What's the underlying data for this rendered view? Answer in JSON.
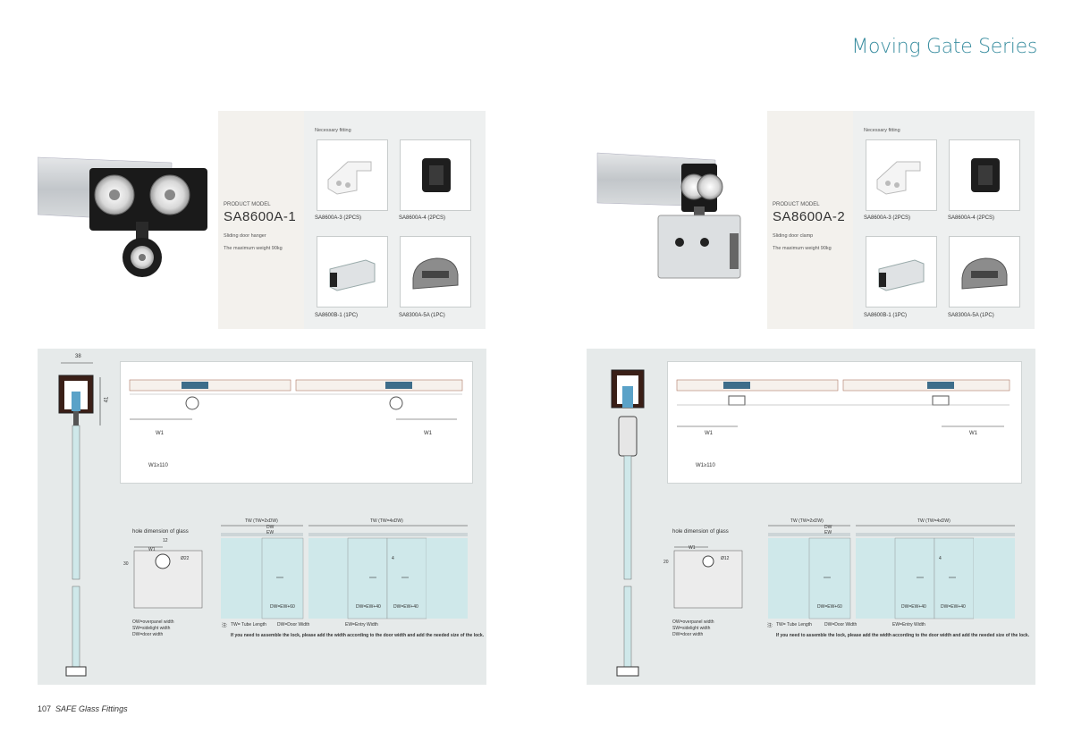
{
  "header": {
    "series_title": "Moving Gate Series"
  },
  "left_product": {
    "model_label": "PRODUCT MODEL",
    "model_name": "SA8600A-1",
    "desc_line1": "Sliding door hanger",
    "desc_line2": "The maximum weight 90kg",
    "fitting_heading": "Necessary fitting",
    "fittings": [
      {
        "caption": "SA8600A-3  (2PCS)",
        "icon": "white-clip"
      },
      {
        "caption": "SA8600A-4  (2PCS)",
        "icon": "black-stopper"
      },
      {
        "caption": "SA8600B-1  (1PC)",
        "icon": "aluminium-rail"
      },
      {
        "caption": "SA8300A-5A  (1PC)",
        "icon": "floor-guide"
      }
    ]
  },
  "right_product": {
    "model_label": "PRODUCT MODEL",
    "model_name": "SA8600A-2",
    "desc_line1": "Sliding door clamp",
    "desc_line2": "The maximum weight 90kg",
    "fitting_heading": "Necessary fitting",
    "fittings": [
      {
        "caption": "SA8600A-3  (2PCS)",
        "icon": "white-clip"
      },
      {
        "caption": "SA8600A-4  (2PCS)",
        "icon": "black-stopper"
      },
      {
        "caption": "SA8600B-1  (1PC)",
        "icon": "aluminium-rail"
      },
      {
        "caption": "SA8300A-5A  (1PC)",
        "icon": "floor-guide"
      }
    ]
  },
  "left_drawing": {
    "width_dim": "38",
    "height_dim": "41",
    "w1_left": "W1",
    "w1_right": "W1",
    "w1_rule": "W1≥110",
    "hole_title": "hole dimension of  glass",
    "hole_w1": "W1",
    "hole_12": "12",
    "hole_30": "30",
    "hole_dia": "Ø22",
    "legend1": "OW=overpanel width",
    "legend2": "SW=sidelight width",
    "legend3": "DW=door width",
    "tw2": "TW (TW=2xDW)",
    "tw4": "TW (TW=4xDW)",
    "dw": "DW",
    "ew": "EW",
    "four": "4",
    "dw60": "DW=EW+60",
    "dw40a": "DW=EW+40",
    "dw40b": "DW=EW+40",
    "note_prefix": "注:",
    "note_tw": "TW= Tube Length",
    "note_dw": "DW=Door Width",
    "note_ew": "EW=Entry Width",
    "note_line": "If you need to assemble the lock, please add the width according to the door width and add the needed size of the lock."
  },
  "right_drawing": {
    "w1_left": "W1",
    "w1_right": "W1",
    "w1_rule": "W1≥110",
    "hole_title": "hole dimension of  glass",
    "hole_w1": "W1",
    "hole_20": "20",
    "hole_dia": "Ø12",
    "legend1": "OW=overpanel width",
    "legend2": "SW=sidelight width",
    "legend3": "DW=door width",
    "tw2": "TW (TW=2xDW)",
    "tw4": "TW (TW=4xDW)",
    "dw": "DW",
    "ew": "EW",
    "four": "4",
    "dw60": "DW=EW+60",
    "dw40a": "DW=EW+40",
    "dw40b": "DW=EW+40",
    "note_prefix": "注:",
    "note_tw": "TW= Tube Length",
    "note_dw": "DW=Door Width",
    "note_ew": "EW=Entry Width",
    "note_line": "If you need to assemble the lock, please add the width according to the door width and add the needed size of the lock."
  },
  "footer": {
    "page_number": "107",
    "brand": "SAFE Glass Fittings"
  },
  "colors": {
    "title_teal": "#3a8ea0",
    "panel_grey": "#e6eaea",
    "glass_blue": "#cfe8ea"
  }
}
